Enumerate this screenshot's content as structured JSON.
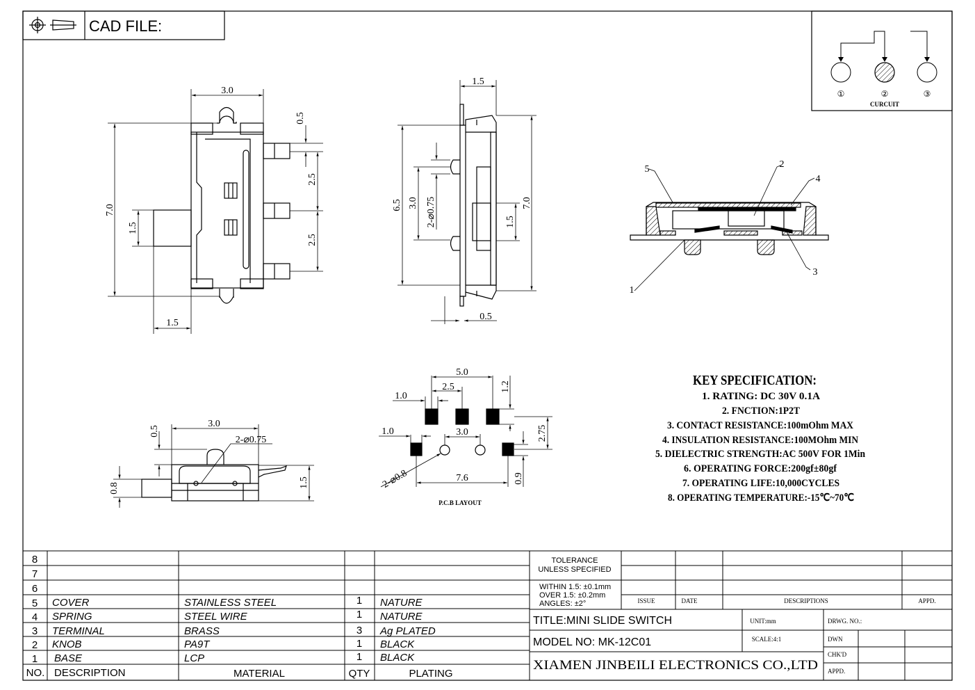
{
  "header": {
    "cad_label": "CAD FILE:"
  },
  "circuit": {
    "pins": [
      "①",
      "②",
      "③"
    ],
    "label": "CURCUIT"
  },
  "dims": {
    "top": {
      "w30": "3.0",
      "d05": "0.5",
      "d25a": "2.5",
      "d25b": "2.5",
      "h70": "7.0",
      "h15": "1.5",
      "w15": "1.5"
    },
    "side": {
      "w15": "1.5",
      "h65": "6.5",
      "h30": "3.0",
      "hole": "2-⌀0.75",
      "h15": "1.5",
      "h70": "7.0",
      "w05": "0.5"
    },
    "front": {
      "w30": "3.0",
      "d05": "0.5",
      "hole": "2-⌀0.75",
      "d08": "0.8",
      "d15": "1.5"
    },
    "pcb": {
      "w50": "5.0",
      "w25": "2.5",
      "w10a": "1.0",
      "h12": "1.2",
      "w10b": "1.0",
      "w30": "3.0",
      "h275": "2.75",
      "hole": "2-⌀0.8",
      "w76": "7.6",
      "h09": "0.9",
      "label": "P.C.B LAYOUT"
    },
    "section": {
      "c1": "1",
      "c2": "2",
      "c3": "3",
      "c4": "4",
      "c5": "5"
    }
  },
  "key_spec": {
    "title": "KEY SPECIFICATION:",
    "lines": [
      "1. RATING: DC 30V   0.1A",
      "2. FNCTION:1P2T",
      "3. CONTACT RESISTANCE:100mOhm MAX",
      "4. INSULATION RESISTANCE:100MOhm MIN",
      "5. DIELECTRIC STRENGTH:AC 500V FOR 1Min",
      "6. OPERATING FORCE:200gf±80gf",
      "7. OPERATING LIFE:10,000CYCLES",
      "8. OPERATING TEMPERATURE:-15℃~70℃"
    ]
  },
  "bom": {
    "rows": [
      {
        "no": "8",
        "desc": "",
        "material": "",
        "qty": "",
        "plating": ""
      },
      {
        "no": "7",
        "desc": "",
        "material": "",
        "qty": "",
        "plating": ""
      },
      {
        "no": "6",
        "desc": "",
        "material": "",
        "qty": "",
        "plating": ""
      },
      {
        "no": "5",
        "desc": "COVER",
        "material": "STAINLESS STEEL",
        "qty": "1",
        "plating": "NATURE"
      },
      {
        "no": "4",
        "desc": "SPRING",
        "material": "STEEL WIRE",
        "qty": "1",
        "plating": "NATURE"
      },
      {
        "no": "3",
        "desc": "TERMINAL",
        "material": "BRASS",
        "qty": "3",
        "plating": "Ag PLATED"
      },
      {
        "no": "2",
        "desc": "KNOB",
        "material": "PA9T",
        "qty": "1",
        "plating": "BLACK"
      },
      {
        "no": "1",
        "desc": "BASE",
        "material": "LCP",
        "qty": "1",
        "plating": "BLACK"
      }
    ],
    "headers": {
      "no": "NO.",
      "desc": "DESCRIPTION",
      "material": "MATERIAL",
      "qty": "QTY",
      "plating": "PLATING"
    }
  },
  "title_block": {
    "tolerance_title": "TOLERANCE",
    "tolerance_sub": "UNLESS SPECIFIED",
    "within": "WITHIN 1.5: ±0.1mm",
    "over": "OVER 1.5:  ±0.2mm",
    "angles": "ANGLES: ±2°",
    "issue": "ISSUE",
    "date": "DATE",
    "descriptions": "DESCRIPTIONS",
    "appd": "APPD.",
    "title": "TITLE:MINI SLIDE SWITCH",
    "unit": "UNIT:mm",
    "drwg_no": "DRWG. NO.:",
    "model": "MODEL NO: MK-12C01",
    "scale": "SCALE:4:1",
    "dwn": "DWN",
    "chkd": "CHK'D",
    "appd2": "APPD.",
    "company": "XIAMEN JINBEILI ELECTRONICS CO.,LTD"
  }
}
